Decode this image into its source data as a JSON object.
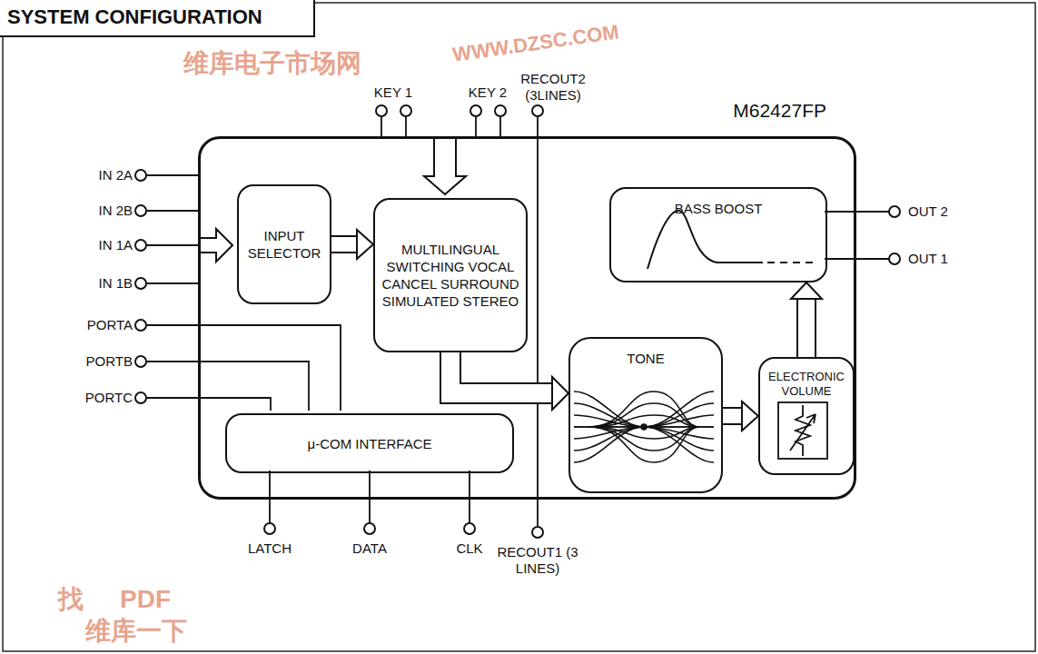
{
  "diagram": {
    "title": "SYSTEM CONFIGURATION",
    "nodes": [
      {
        "text": [
          "M62427FP"
        ]
      },
      {
        "text": [
          "INPUT SELECTOR"
        ],
        "in": 0
      },
      {
        "text": [
          "MULTILINGUAL SWITCHING VOCAL CANCEL SURROUND SIMULATED STEREO"
        ],
        "in": 0
      },
      {
        "text": [
          "BASS BOOST"
        ],
        "in": 0
      },
      {
        "text": [
          "TONE"
        ],
        "in": 0
      },
      {
        "text": [
          "ELECTRONIC VOLUME"
        ],
        "in": 0
      },
      {
        "text": [
          "μ-COM INTERFACE"
        ],
        "in": 0
      }
    ],
    "edges": [
      {
        "from": 1,
        "to": 2,
        "arrow": "to"
      },
      {
        "from": 2,
        "to": 4,
        "arrow": "to"
      },
      {
        "from": 4,
        "to": 5,
        "arrow": "to"
      },
      {
        "from": 5,
        "to": 3,
        "arrow": "to"
      }
    ],
    "labels": [
      "IN 2A",
      "IN 2B",
      "IN 1A",
      "IN 1B",
      "PORTA",
      "PORTB",
      "PORTC",
      "KEY 1",
      "KEY 2",
      "RECOUT2 (3LINES)",
      "LATCH",
      "DATA",
      "CLK",
      "RECOUT1 (3 LINES)",
      "OUT 2",
      "OUT 1",
      "维库电子市场网",
      "WWW.DZSC.COM",
      "找",
      "PDF",
      "维库一下"
    ]
  }
}
